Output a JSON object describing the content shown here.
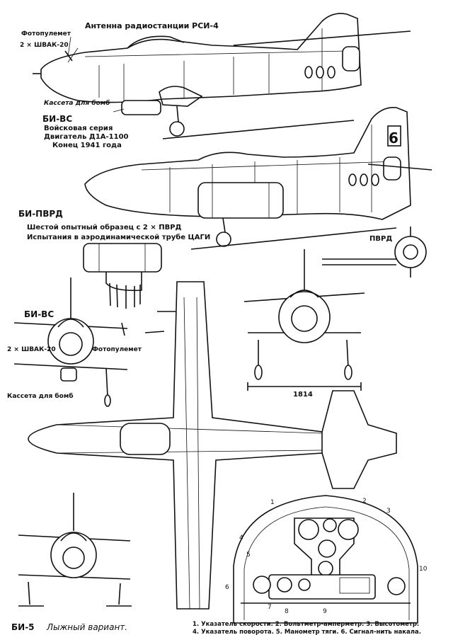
{
  "labels": {
    "antenna": "Антенна радиостанции РСИ-4",
    "machine_gun": "Фотопулемет",
    "cannons": "2 × ШВАК-20",
    "bomb_cassette": "Кассета для бомб",
    "bi_vs_title": "БИ-ВС",
    "bi_vs_line1": "Войсковая серия",
    "bi_vs_line2": "Двигатель Д1А-1100",
    "bi_vs_line3": "Конец 1941 года",
    "bi_pvrd_title": "БИ-ПВРД",
    "bi_pvrd_line1": "Шестой опытный образец с 2 × ПВРД",
    "bi_pvrd_line2": "Испытания в аэродинамической трубе ЦАГИ",
    "pvrd_tag": "ПВРД",
    "front_title": "БИ-ВС",
    "front_cannons": "2 × ШВАК-20",
    "front_machine_gun": "Фотопулемет",
    "front_bomb": "Кассета для бомб",
    "span_dim": "1814",
    "tail_number": "6",
    "bi5": "БИ-5",
    "ski_variant": "Лыжный вариант."
  },
  "panel": {
    "callouts": [
      "1",
      "2",
      "3",
      "4",
      "5",
      "6",
      "7",
      "8",
      "9",
      "10"
    ]
  },
  "legend": {
    "line1": "1. Указатель скорости.   2. Вольтметр-амперметр.   3. Высотометр.",
    "line2": "4. Указатель поворота.  5. Манометр тяги.   6. Сигнал-нить накала."
  }
}
